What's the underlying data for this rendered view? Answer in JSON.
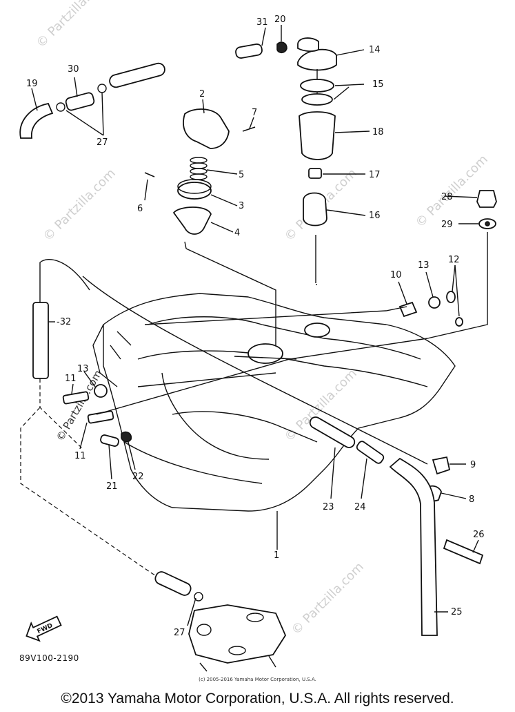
{
  "labels": {
    "p1": "1",
    "p2": "2",
    "p3": "3",
    "p4": "4",
    "p5": "5",
    "p6": "6",
    "p7": "7",
    "p8": "8",
    "p9": "9",
    "p10": "10",
    "p11a": "11",
    "p11b": "11",
    "p12": "12",
    "p13a": "13",
    "p13b": "13",
    "p14": "14",
    "p15": "15",
    "p16": "16",
    "p17": "17",
    "p18": "18",
    "p19": "19",
    "p20": "20",
    "p21": "21",
    "p22": "22",
    "p23": "23",
    "p24": "24",
    "p25": "25",
    "p26": "26",
    "p27a": "27",
    "p27b": "27",
    "p28": "28",
    "p29": "29",
    "p30": "30",
    "p31": "31",
    "p32": "-32"
  },
  "fwd": "FWD",
  "diagram_code": "89V100-2190",
  "watermark": "© Partzilla.com",
  "small_notice": "(c) 2005-2016 Yamaha Motor Corporation, U.S.A.",
  "copyright": "©2013 Yamaha Motor Corporation, U.S.A. All rights reserved."
}
